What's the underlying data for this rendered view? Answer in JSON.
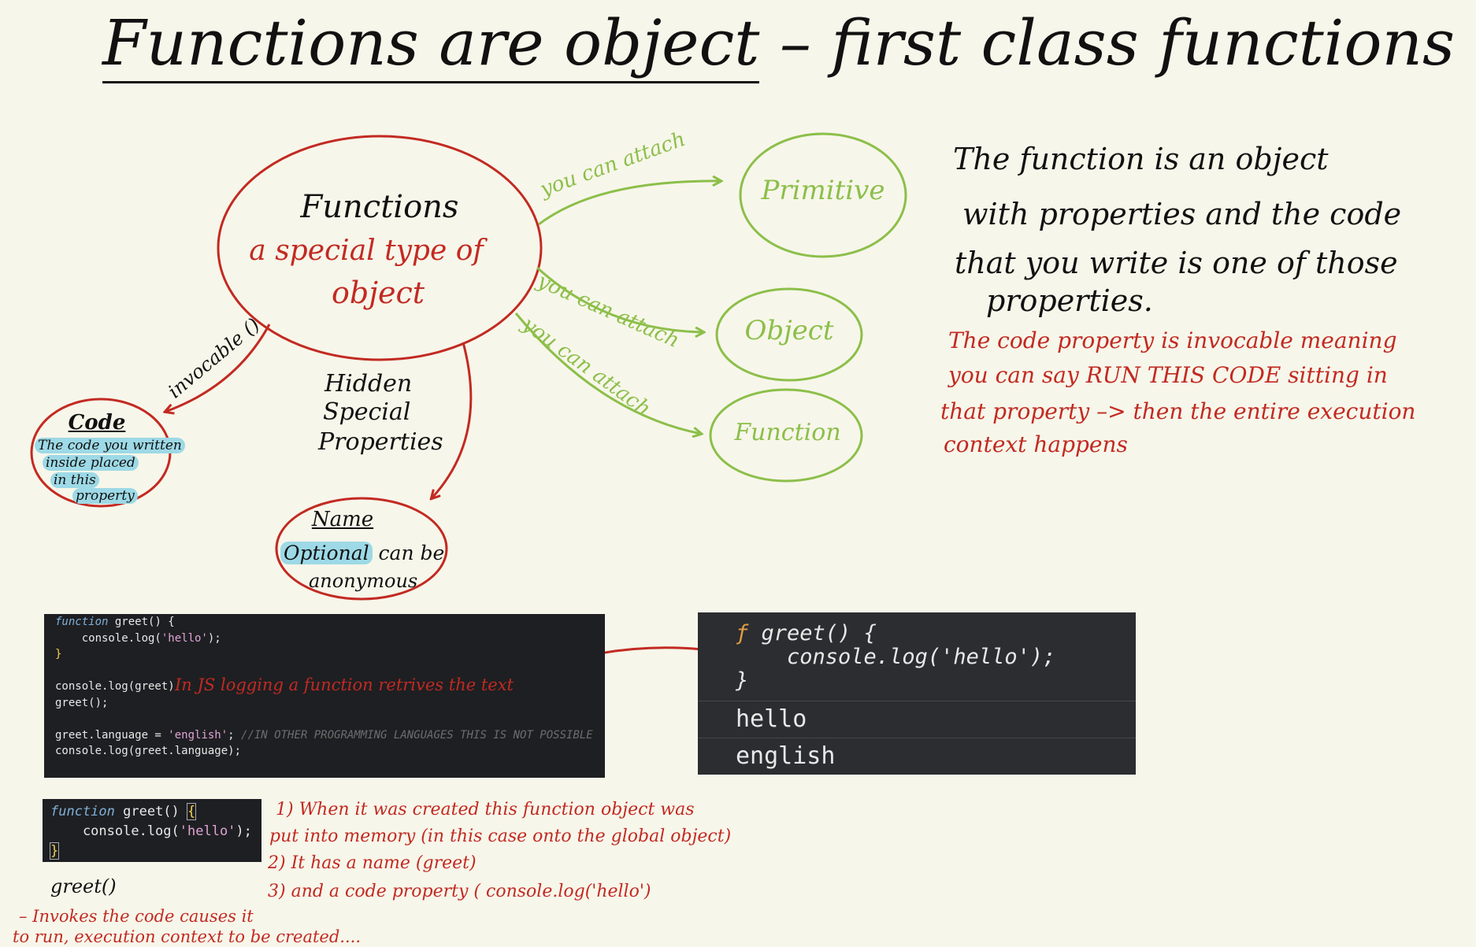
{
  "title": {
    "part1": "Functions are object",
    "part2": " – first class functions"
  },
  "nodes": {
    "functions": {
      "line1": "Functions",
      "line2": "a special type of",
      "line3": "object"
    },
    "primitive": "Primitive",
    "object": "Object",
    "function": "Function",
    "code": {
      "title": "Code",
      "line1": "The code you written",
      "line2": "inside placed",
      "line3": "in this",
      "line4": "property"
    },
    "name": {
      "title": "Name",
      "optional": "Optional",
      "rest": "can be",
      "line2": "anonymous"
    }
  },
  "edges": {
    "attach1": "you can attach",
    "attach2": "you can attach",
    "attach3": "you can attach",
    "invocable": "invocable ()",
    "hidden": {
      "line1": "Hidden",
      "line2": "Special",
      "line3": "Properties"
    }
  },
  "notes": {
    "black": [
      "The function is an object",
      "with properties and the code",
      "that you write is one of those",
      "properties."
    ],
    "red": [
      "The code property is invocable meaning",
      "you can say RUN THIS CODE sitting in",
      "that property –> then the entire execution",
      "context happens"
    ]
  },
  "code1": {
    "l1_kw": "function",
    "l1_rest": " greet() {",
    "l2_pre": "    console.log(",
    "l2_str": "'hello'",
    "l2_post": ");",
    "l3": "}",
    "l5": "console.log(greet)",
    "l6": "greet();",
    "l8_pre": "greet.language = ",
    "l8_str": "'english'",
    "l8_post": "; ",
    "l8_cm": "//IN OTHER PROGRAMMING LANGUAGES THIS IS NOT POSSIBLE",
    "l9": "console.log(greet.language);",
    "annotation": "In JS logging a function retrives the text"
  },
  "console": {
    "fn": "ƒ",
    "l1": " greet() {",
    "l2": "    console.log('hello');",
    "l3": "}",
    "out1": "hello",
    "out2": "english"
  },
  "code2": {
    "l1_kw": "function",
    "l1_rest": " greet() ",
    "brace_open": "{",
    "l2_pre": "    console.log(",
    "l2_str": "'hello'",
    "l2_post": ");",
    "brace_close": "}"
  },
  "list": [
    "1) When it was created this function object was",
    "put into memory (in this case onto the global object)",
    "2) It has a name (greet)",
    "3) and a code property ( console.log('hello')"
  ],
  "bottom": {
    "call": "greet()",
    "line1": "– Invokes the code causes it",
    "line2": "to run, execution context to be created...."
  }
}
